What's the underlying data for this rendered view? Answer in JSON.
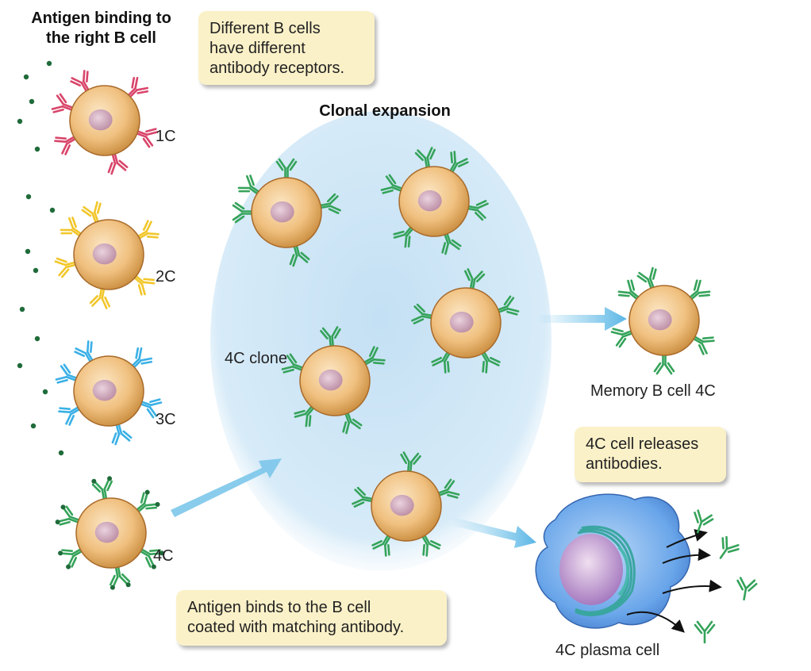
{
  "title": {
    "line1": "Antigen binding to",
    "line2": "the right B cell"
  },
  "heading": "Clonal expansion",
  "cell_labels": {
    "c1": "1C",
    "c2": "2C",
    "c3": "3C",
    "c4": "4C"
  },
  "clone_label": "4C clone",
  "memory_label": "Memory B cell 4C",
  "plasma_label": "4C plasma cell",
  "boxes": {
    "receptors": [
      "Different B cells",
      "have different",
      "antibody receptors."
    ],
    "releases": [
      "4C cell releases",
      "antibodies."
    ],
    "binds": [
      "Antigen binds to the B cell",
      "coated with matching antibody."
    ]
  },
  "colors": {
    "cell_fill": "#f2c98c",
    "cell_edge": "#a86a2a",
    "nucleus": "#c79bb0",
    "red": "#d9456a",
    "yellow": "#f2c62a",
    "blue": "#3ab0e6",
    "green": "#35a35a",
    "antigen": "#1f6b3a",
    "clone_bg": "#cfe6f5",
    "arrow": "#6cc2e8",
    "plasma": "#5a9be0"
  }
}
